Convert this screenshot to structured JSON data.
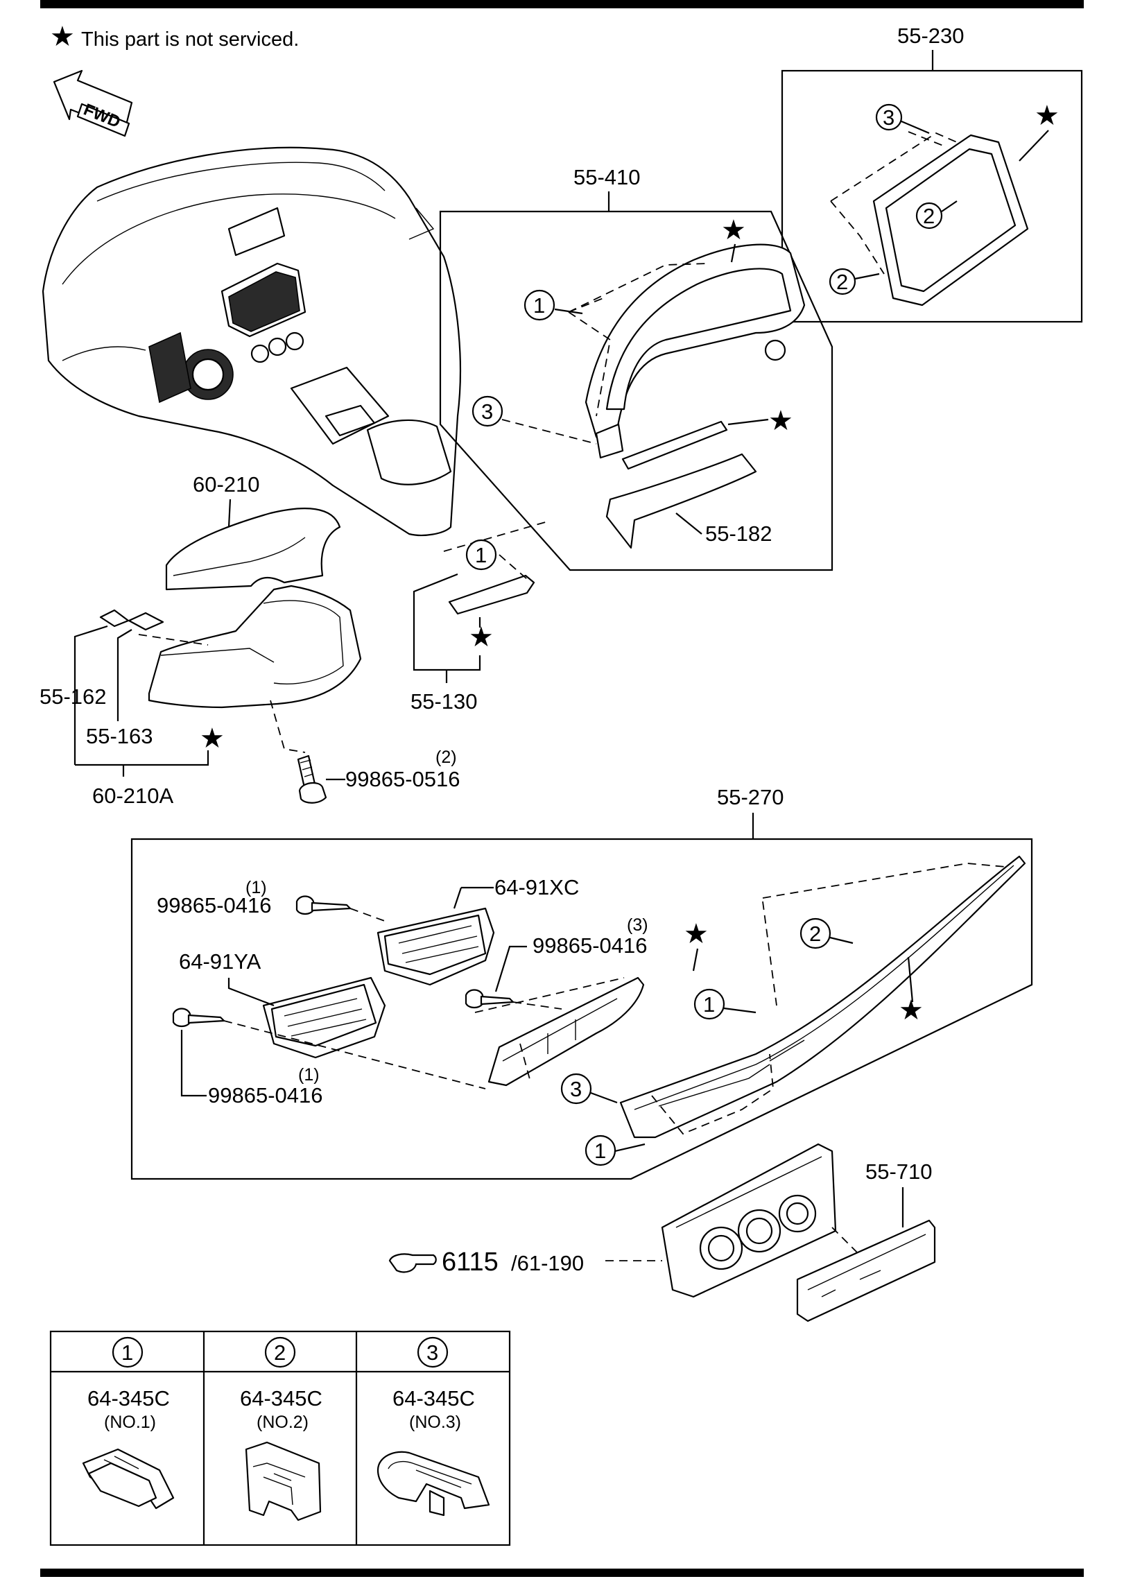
{
  "note": {
    "star": "★",
    "text": "This part is not serviced."
  },
  "fwd_label": "FWD",
  "callouts": {
    "c1": "1",
    "c2": "2",
    "c3": "3"
  },
  "labels": {
    "p55_230": "55-230",
    "p55_410": "55-410",
    "p55_182": "55-182",
    "p60_210": "60-210",
    "p55_162": "55-162",
    "p55_163": "55-163",
    "p60_210a": "60-210A",
    "p55_130": "55-130",
    "screw_0516": "99865-0516",
    "screw_0516_qty": "(2)",
    "p55_270": "55-270",
    "p64_91xc": "64-91XC",
    "p64_91ya": "64-91YA",
    "screw_0416_a": "99865-0416",
    "screw_0416_a_qty": "(1)",
    "screw_0416_b": "99865-0416",
    "screw_0416_b_qty": "(3)",
    "screw_0416_c": "99865-0416",
    "screw_0416_c_qty": "(1)",
    "p55_710": "55-710",
    "ref_main": "6115",
    "ref_sub": "/61-190"
  },
  "legend": {
    "headers": [
      "1",
      "2",
      "3"
    ],
    "parts": [
      {
        "code": "64-345C",
        "variant": "(NO.1)"
      },
      {
        "code": "64-345C",
        "variant": "(NO.2)"
      },
      {
        "code": "64-345C",
        "variant": "(NO.3)"
      }
    ]
  }
}
